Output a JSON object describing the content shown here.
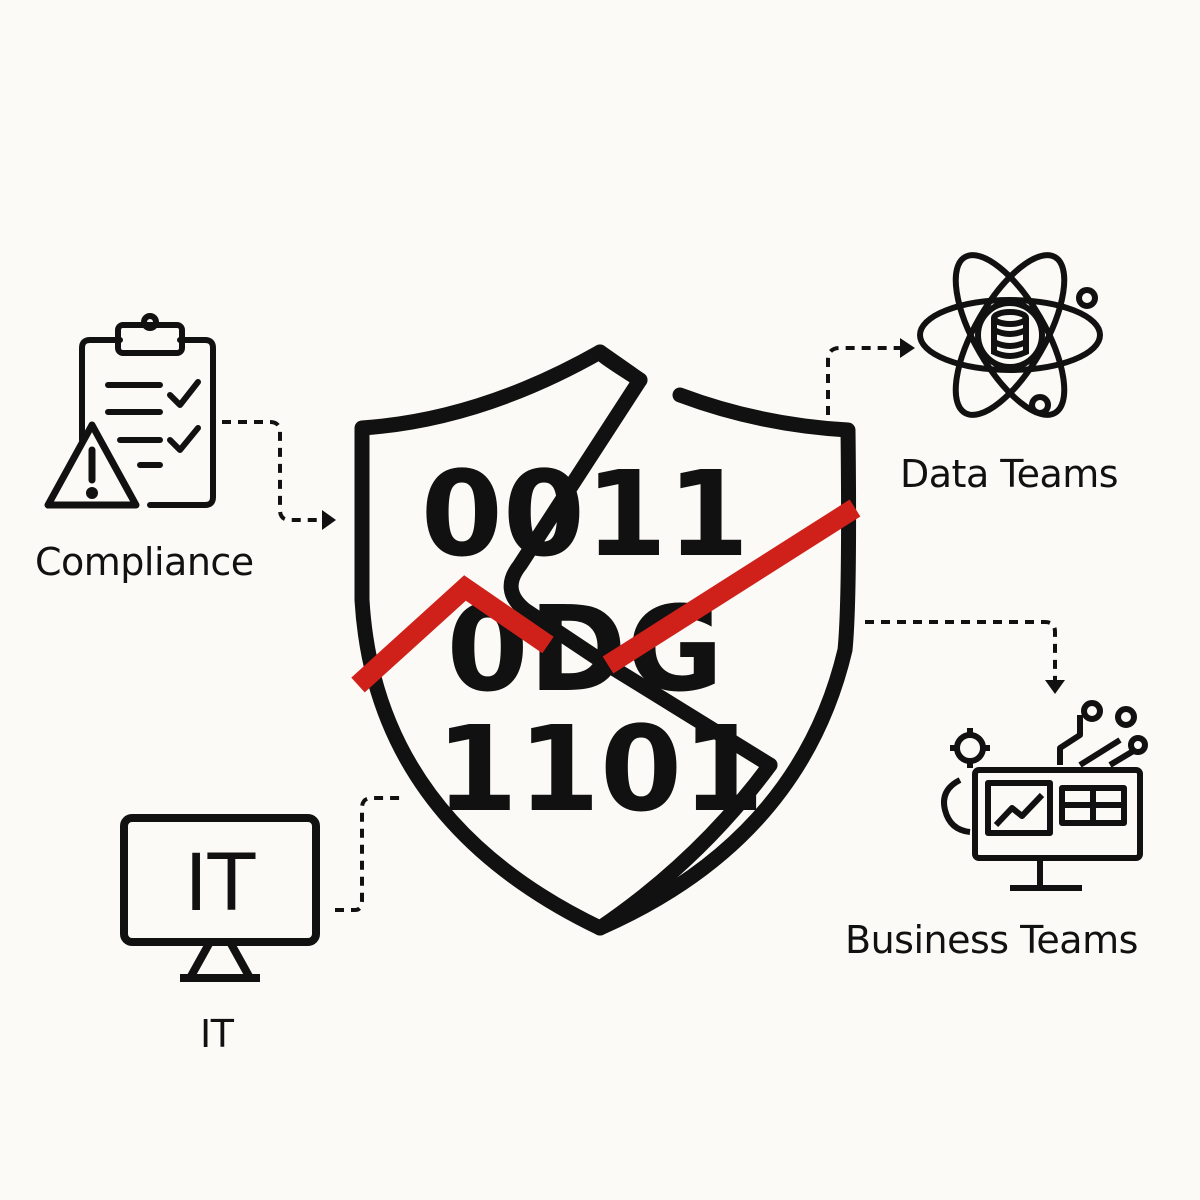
{
  "shield": {
    "line1": "0011",
    "line2": "0DG",
    "line3": "1101",
    "accent_color": "#d0201a"
  },
  "nodes": {
    "compliance": {
      "label": "Compliance",
      "icon": "clipboard-warning-icon"
    },
    "data_teams": {
      "label": "Data Teams",
      "icon": "atom-database-icon"
    },
    "business_teams": {
      "label": "Business Teams",
      "icon": "dashboard-monitor-icon"
    },
    "it": {
      "label": "IT",
      "screen_text": "IT",
      "icon": "monitor-icon"
    }
  }
}
